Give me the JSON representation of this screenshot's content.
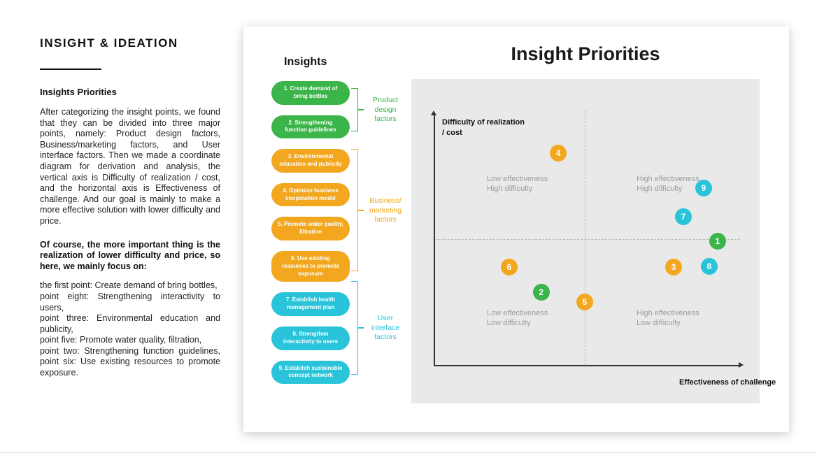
{
  "left_panel": {
    "title": "INSIGHT & IDEATION",
    "subtitle": "Insights Priorities",
    "paragraph1": "After categorizing the insight points, we found that they can be divided into three major points, namely: Product design factors, Business/marketing factors, and User interface factors. Then we made a coordinate diagram for derivation and analysis, the vertical axis is Difficulty of realization / cost, and the horizontal axis is Effectiveness of challenge. And our goal is mainly to make a more effective solution with lower difficulty and price.",
    "paragraph2": "Of course, the more important thing is the realization of lower difficulty and price, so here, we mainly focus on:",
    "focus_points": [
      "the first point: Create demand of bring bottles,",
      "point eight: Strengthening interactivity to users,",
      "point three: Environmental education and publicity,",
      "point five: Promote water quality, filtration,",
      "point two: Strengthening function guidelines, point six: Use existing resources to promote exposure."
    ]
  },
  "insights": {
    "heading": "Insights",
    "items": [
      {
        "label": "1. Create demand of bring bottles",
        "color": "#3bb54a"
      },
      {
        "label": "2. Strengthening function guidelines",
        "color": "#3bb54a"
      },
      {
        "label": "3. Environmental education and publicity",
        "color": "#f2a71e"
      },
      {
        "label": "4. Optimize business cooperation model",
        "color": "#f2a71e"
      },
      {
        "label": "5. Promote water quality, filtration",
        "color": "#f2a71e"
      },
      {
        "label": "6. Use existing resources to promote exposure",
        "color": "#f2a71e"
      },
      {
        "label": "7. Establish health management plan",
        "color": "#29c4d9"
      },
      {
        "label": "8. Strengthen interactivity to users",
        "color": "#29c4d9"
      },
      {
        "label": "9. Establish sustainable concept network",
        "color": "#29c4d9"
      }
    ],
    "groups": [
      {
        "label": "Product\ndesign\nfactors",
        "color": "#3bb54a"
      },
      {
        "label": "Business/\nmarketing\nfactors",
        "color": "#f2a71e"
      },
      {
        "label": "User\ninterface\nfactors",
        "color": "#29c4d9"
      }
    ]
  },
  "chart": {
    "title": "Insight Priorities",
    "y_axis_label": "Difficulty of realization\n/ cost",
    "x_axis_label": "Effectiveness of challenge",
    "quadrant_labels": {
      "top_left": "Low effectiveness\nHigh difficulty",
      "top_right": "High effectiveness\nHigh difficulty",
      "bottom_left": "Low effectiveness\nLow difficulty",
      "bottom_right": "High effectiveness\nLow difficulty"
    }
  },
  "chart_data": {
    "type": "scatter",
    "title": "Insight Priorities",
    "xlabel": "Effectiveness of challenge",
    "ylabel": "Difficulty of realization / cost",
    "x_range": [
      0,
      10
    ],
    "y_range": [
      0,
      10
    ],
    "grid": false,
    "quadrant_divider": {
      "x": 5,
      "y": 5,
      "style": "dashed"
    },
    "points": [
      {
        "id": 1,
        "label": "Create demand of bring bottles",
        "color": "#3bb54a",
        "x": 9.3,
        "y": 5.0,
        "x_pct": 87.9,
        "y_pct": 50.0
      },
      {
        "id": 2,
        "label": "Strengthening function guidelines",
        "color": "#3bb54a",
        "x": 3.5,
        "y": 2.9,
        "x_pct": 37.3,
        "y_pct": 65.7
      },
      {
        "id": 3,
        "label": "Environmental education and publicity",
        "color": "#f2a71e",
        "x": 7.8,
        "y": 3.9,
        "x_pct": 75.3,
        "y_pct": 58.0
      },
      {
        "id": 4,
        "label": "Optimize business cooperation model",
        "color": "#f2a71e",
        "x": 4.1,
        "y": 8.5,
        "x_pct": 42.2,
        "y_pct": 22.8
      },
      {
        "id": 5,
        "label": "Promote water quality, filtration",
        "color": "#f2a71e",
        "x": 4.9,
        "y": 2.5,
        "x_pct": 49.8,
        "y_pct": 68.8
      },
      {
        "id": 6,
        "label": "Use existing resources to promote exposure",
        "color": "#f2a71e",
        "x": 2.5,
        "y": 3.9,
        "x_pct": 28.1,
        "y_pct": 58.0
      },
      {
        "id": 7,
        "label": "Establish health management plan",
        "color": "#29c4d9",
        "x": 8.2,
        "y": 5.9,
        "x_pct": 78.1,
        "y_pct": 42.5
      },
      {
        "id": 8,
        "label": "Strengthen interactivity to users",
        "color": "#29c4d9",
        "x": 9.0,
        "y": 4.0,
        "x_pct": 85.5,
        "y_pct": 57.8
      },
      {
        "id": 9,
        "label": "Establish sustainable concept network",
        "color": "#29c4d9",
        "x": 8.8,
        "y": 7.1,
        "x_pct": 83.9,
        "y_pct": 33.6
      }
    ]
  }
}
